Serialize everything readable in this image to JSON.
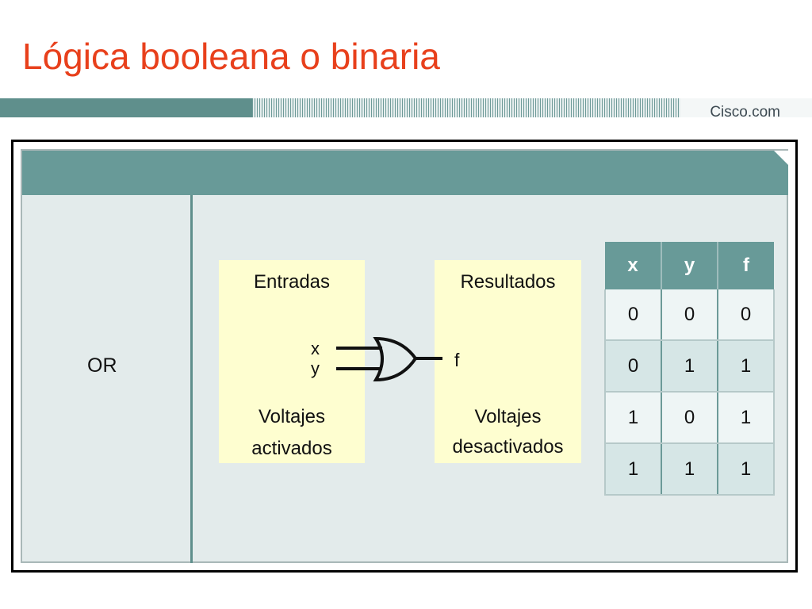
{
  "slide": {
    "title": "Lógica booleana o binaria",
    "brand": "Cisco.com"
  },
  "diagram": {
    "gate_name": "OR",
    "inputs_box": {
      "heading": "Entradas",
      "caption_line1": "Voltajes",
      "caption_line2": "activados"
    },
    "outputs_box": {
      "heading": "Resultados",
      "caption_line1": "Voltajes",
      "caption_line2": "desactivados"
    },
    "input_x": "x",
    "input_y": "y",
    "output_f": "f"
  },
  "truth_table": {
    "headers": [
      "x",
      "y",
      "f"
    ],
    "rows": [
      [
        "0",
        "0",
        "0"
      ],
      [
        "0",
        "1",
        "1"
      ],
      [
        "1",
        "0",
        "1"
      ],
      [
        "1",
        "1",
        "1"
      ]
    ]
  },
  "colors": {
    "title": "#e8401c",
    "header_teal": "#689a98",
    "panel_bg": "#e3ebeb",
    "box_yellow": "#fefed0"
  }
}
